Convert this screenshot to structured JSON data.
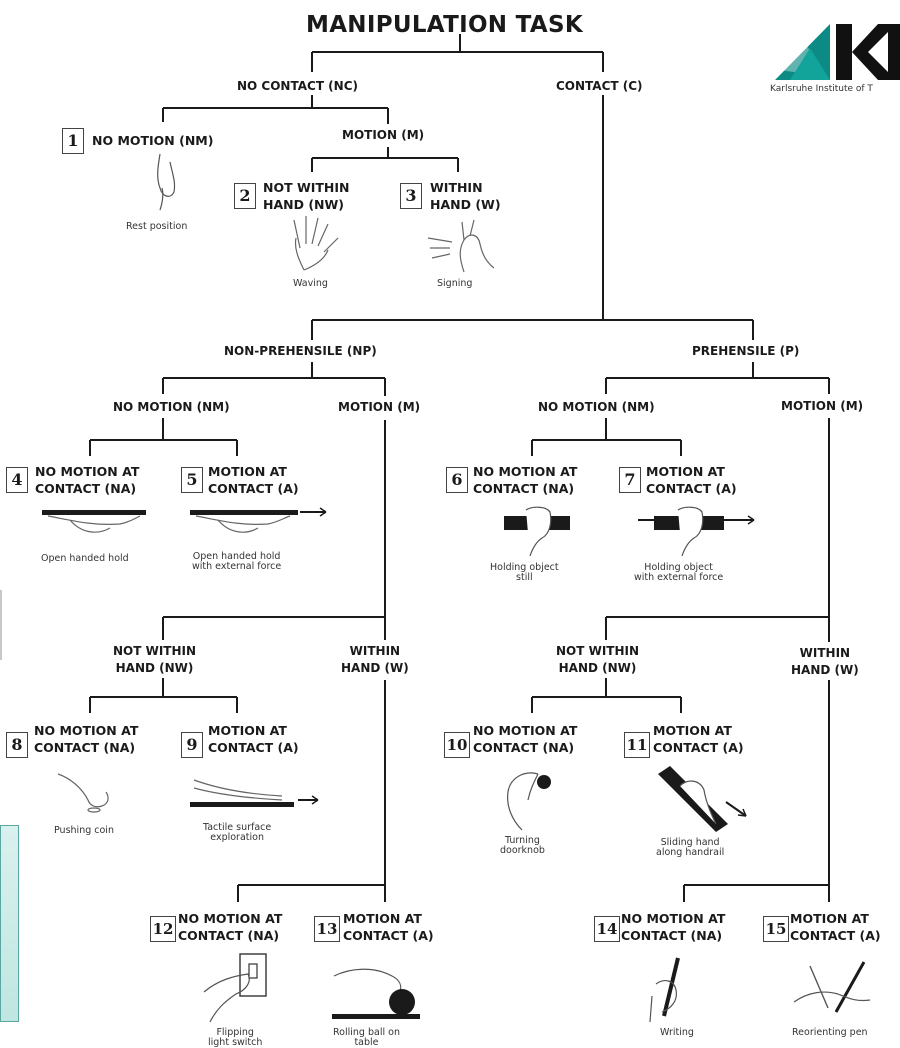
{
  "title": "MANIPULATION TASK",
  "logo": {
    "subtitle": "Karlsruhe Institute of T",
    "color": "#0b8b84"
  },
  "headers": {
    "nc": "NO CONTACT (NC)",
    "c": "CONTACT (C)",
    "nc_motion": "MOTION (M)",
    "np": "NON-PREHENSILE (NP)",
    "p": "PREHENSILE (P)",
    "np_nm": "NO MOTION (NM)",
    "np_m": "MOTION (M)",
    "p_nm": "NO MOTION (NM)",
    "p_m": "MOTION (M)",
    "np_nw": "NOT WITHIN\nHAND (NW)",
    "np_w": "WITHIN\nHAND (W)",
    "p_nw": "NOT WITHIN\nHAND (NW)",
    "p_w": "WITHIN\nHAND (W)"
  },
  "nodes": [
    {
      "num": "1",
      "label": "NO MOTION (NM)",
      "caption": "Rest position"
    },
    {
      "num": "2",
      "label": "NOT WITHIN\nHAND (NW)",
      "caption": "Waving"
    },
    {
      "num": "3",
      "label": "WITHIN\nHAND (W)",
      "caption": "Signing"
    },
    {
      "num": "4",
      "label": "NO MOTION AT\nCONTACT (NA)",
      "caption": "Open handed hold"
    },
    {
      "num": "5",
      "label": "MOTION AT\nCONTACT (A)",
      "caption": "Open handed hold\nwith external force"
    },
    {
      "num": "6",
      "label": "NO MOTION AT\nCONTACT (NA)",
      "caption": "Holding object\nstill"
    },
    {
      "num": "7",
      "label": "MOTION AT\nCONTACT (A)",
      "caption": "Holding object\nwith external force"
    },
    {
      "num": "8",
      "label": "NO MOTION AT\nCONTACT (NA)",
      "caption": "Pushing coin"
    },
    {
      "num": "9",
      "label": "MOTION AT\nCONTACT (A)",
      "caption": "Tactile surface\nexploration"
    },
    {
      "num": "10",
      "label": "NO MOTION AT\nCONTACT (NA)",
      "caption": "Turning\ndoorknob"
    },
    {
      "num": "11",
      "label": "MOTION AT\nCONTACT (A)",
      "caption": "Sliding hand\nalong handrail"
    },
    {
      "num": "12",
      "label": "NO MOTION AT\nCONTACT (NA)",
      "caption": "Flipping\nlight switch"
    },
    {
      "num": "13",
      "label": "MOTION AT\nCONTACT (A)",
      "caption": "Rolling ball on\ntable"
    },
    {
      "num": "14",
      "label": "NO MOTION AT\nCONTACT (NA)",
      "caption": "Writing"
    },
    {
      "num": "15",
      "label": "MOTION AT\nCONTACT (A)",
      "caption": "Reorienting pen"
    }
  ]
}
